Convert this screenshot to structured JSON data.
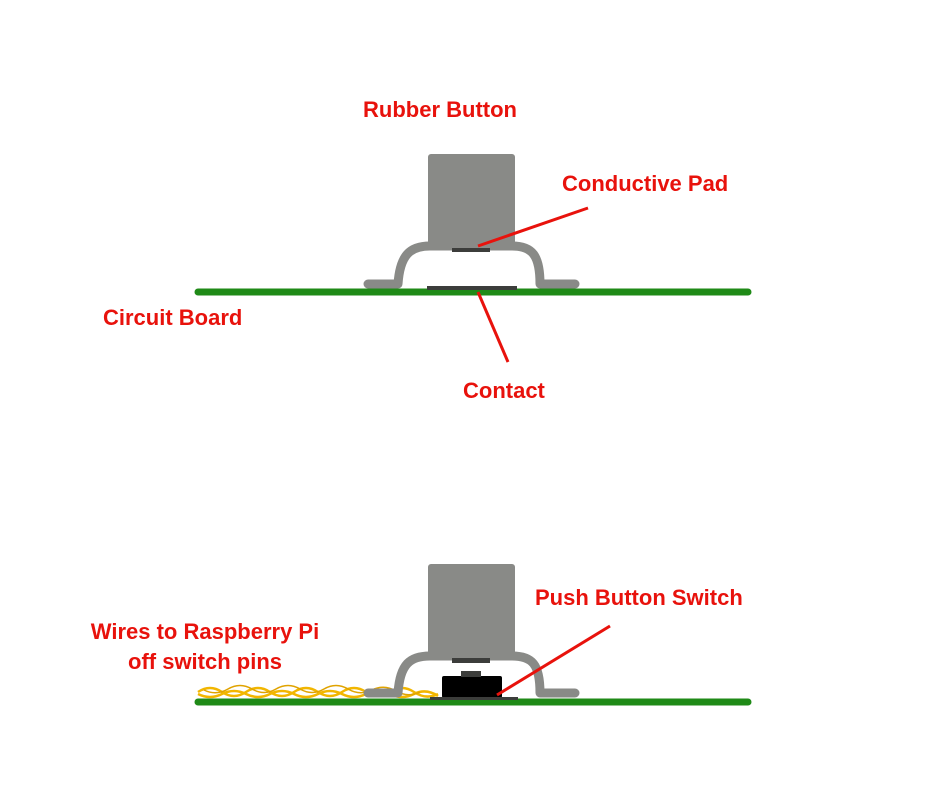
{
  "labels": {
    "rubber_button": "Rubber Button",
    "conductive_pad": "Conductive Pad",
    "circuit_board": "Circuit Board",
    "contact": "Contact",
    "push_button_switch": "Push Button Switch",
    "wires_line1": "Wires to Raspberry Pi",
    "wires_line2": "off switch pins"
  },
  "colors": {
    "label": "#e8120c",
    "board": "#1f8a17",
    "button": "#898a87",
    "button_outline": "#7a7b78",
    "pad": "#3c3d3b",
    "switch": "#000000",
    "wire": "#f2b600",
    "pointer": "#e8120c"
  }
}
